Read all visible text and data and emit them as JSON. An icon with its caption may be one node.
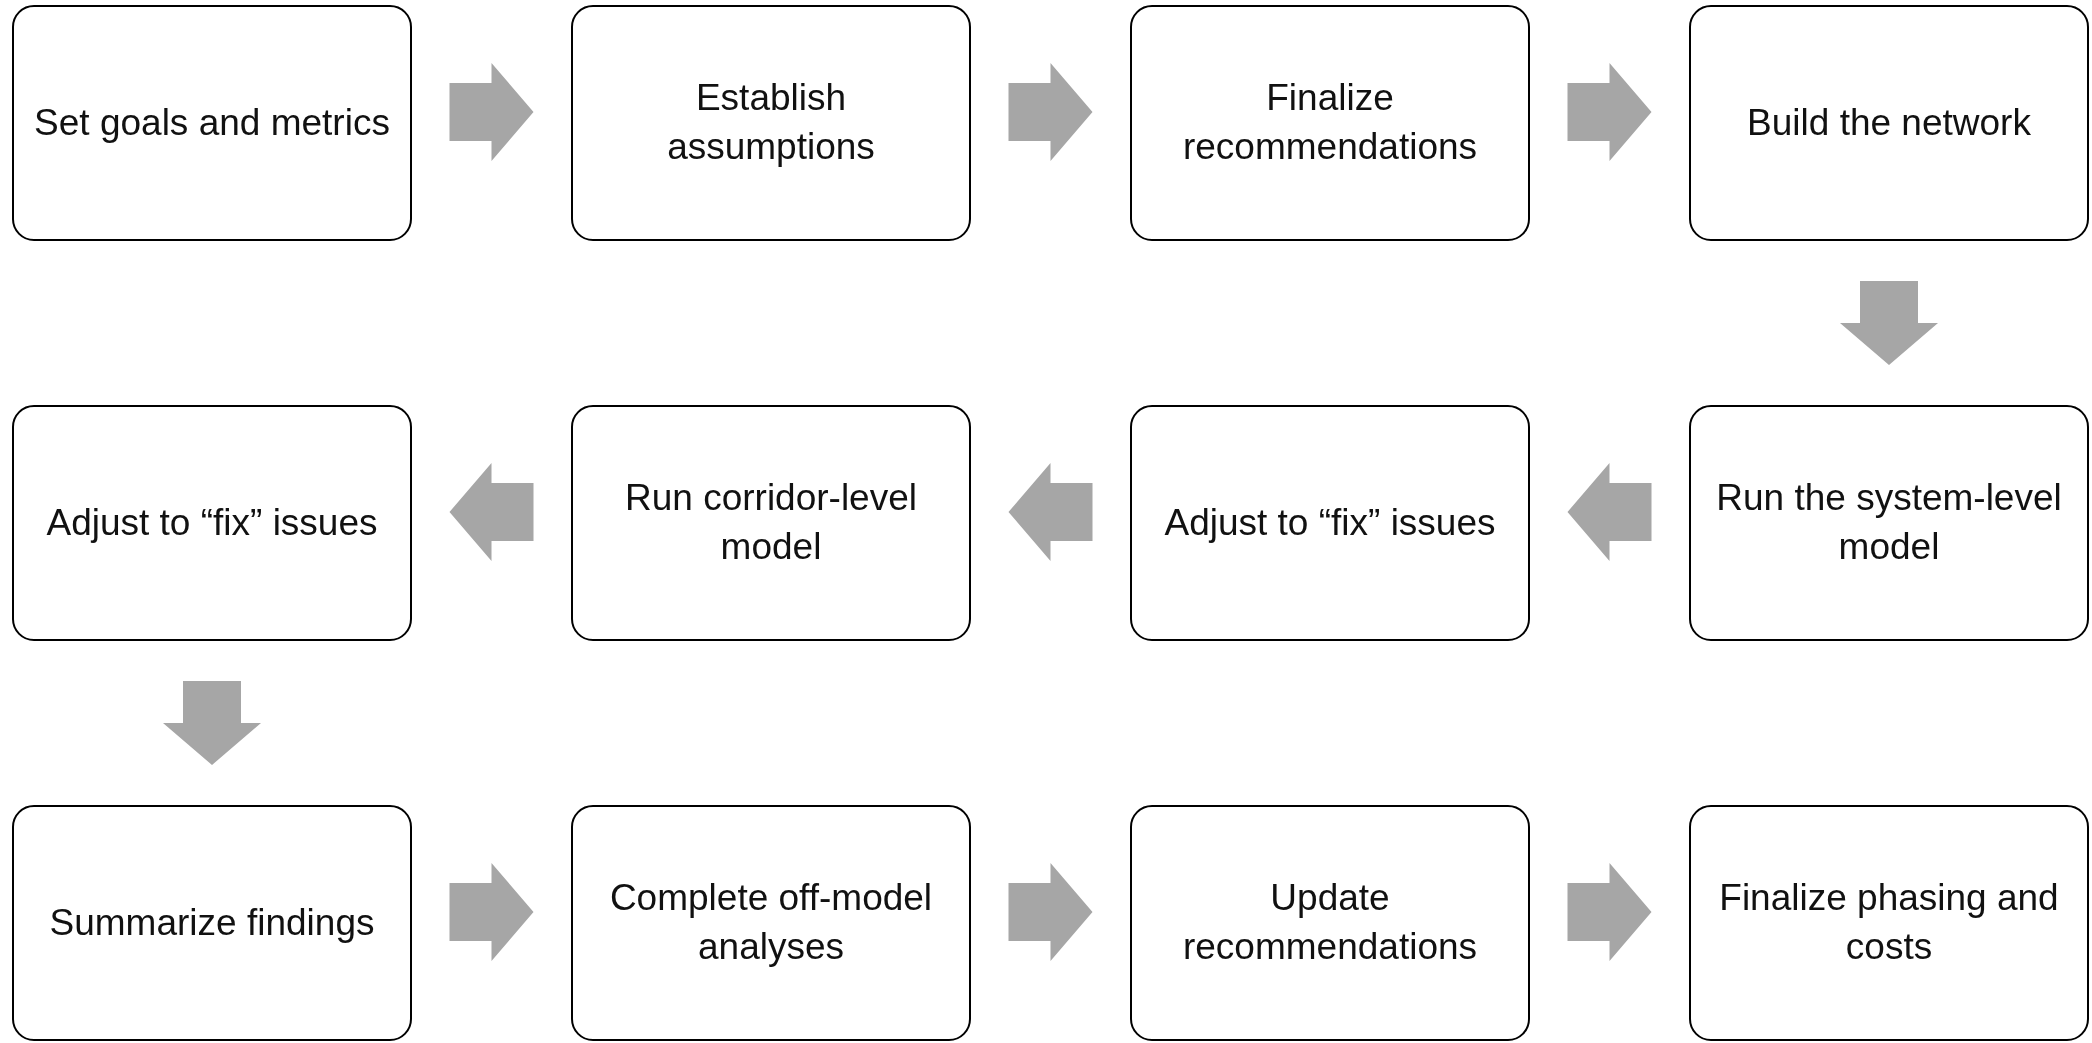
{
  "diagram": {
    "nodes": [
      {
        "text": [
          "Set goals and metrics"
        ]
      },
      {
        "text": [
          "Establish assumptions"
        ]
      },
      {
        "text": [
          "Finalize recommendations"
        ]
      },
      {
        "text": [
          "Build the network"
        ]
      },
      {
        "text": [
          "Adjust to “fix” issues"
        ]
      },
      {
        "text": [
          "Run corridor-level model"
        ]
      },
      {
        "text": [
          "Adjust to “fix” issues"
        ]
      },
      {
        "text": [
          "Run the system-level model"
        ]
      },
      {
        "text": [
          "Summarize findings"
        ]
      },
      {
        "text": [
          "Complete off-model analyses"
        ]
      },
      {
        "text": [
          "Update recommendations"
        ]
      },
      {
        "text": [
          "Finalize phasing and costs"
        ]
      }
    ],
    "edges": [
      {
        "from": 0,
        "to": 1,
        "arrow": "to"
      },
      {
        "from": 1,
        "to": 2,
        "arrow": "to"
      },
      {
        "from": 2,
        "to": 3,
        "arrow": "to"
      },
      {
        "from": 3,
        "to": 7,
        "arrow": "to"
      },
      {
        "from": 7,
        "to": 6,
        "arrow": "to"
      },
      {
        "from": 6,
        "to": 5,
        "arrow": "to"
      },
      {
        "from": 5,
        "to": 4,
        "arrow": "to"
      },
      {
        "from": 4,
        "to": 8,
        "arrow": "to"
      },
      {
        "from": 8,
        "to": 9,
        "arrow": "to"
      },
      {
        "from": 9,
        "to": 10,
        "arrow": "to"
      },
      {
        "from": 10,
        "to": 11,
        "arrow": "to"
      }
    ]
  }
}
